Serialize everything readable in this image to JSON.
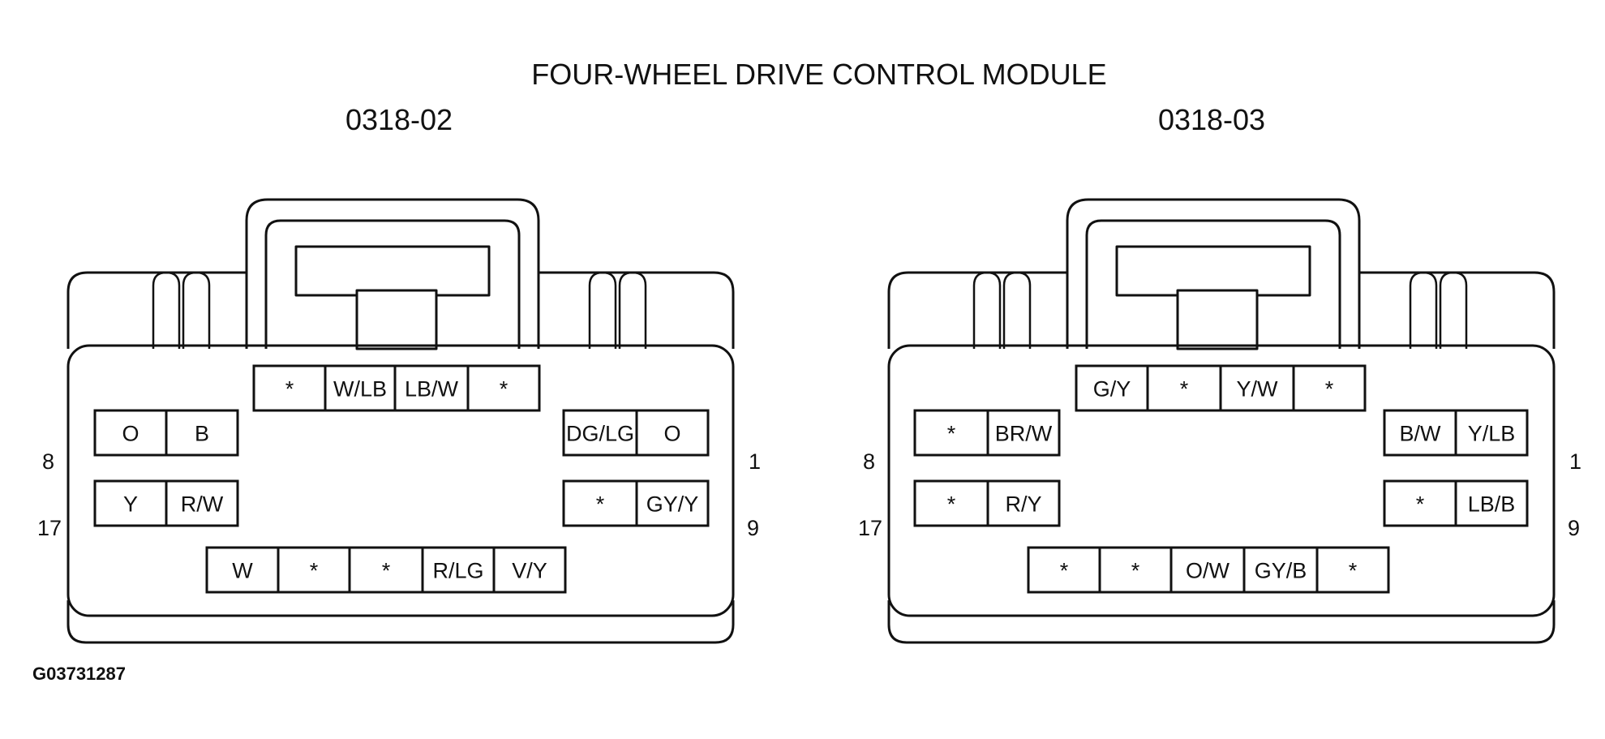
{
  "title": "FOUR-WHEEL DRIVE CONTROL MODULE",
  "figure_id": "G03731287",
  "connectors": [
    {
      "code": "0318-02",
      "pins": {
        "left_top": "8",
        "left_bottom": "17",
        "right_top": "1",
        "right_bottom": "9"
      },
      "rows": {
        "top": [
          "*",
          "W/LB",
          "LB/W",
          "*"
        ],
        "left_upper": [
          "O",
          "B"
        ],
        "left_lower": [
          "Y",
          "R/W"
        ],
        "right_upper": [
          "DG/LG",
          "O"
        ],
        "right_lower": [
          "*",
          "GY/Y"
        ],
        "bottom": [
          "W",
          "*",
          "*",
          "R/LG",
          "V/Y"
        ]
      }
    },
    {
      "code": "0318-03",
      "pins": {
        "left_top": "8",
        "left_bottom": "17",
        "right_top": "1",
        "right_bottom": "9"
      },
      "rows": {
        "top": [
          "G/Y",
          "*",
          "Y/W",
          "*"
        ],
        "left_upper": [
          "*",
          "BR/W"
        ],
        "left_lower": [
          "*",
          "R/Y"
        ],
        "right_upper": [
          "B/W",
          "Y/LB"
        ],
        "right_lower": [
          "*",
          "LB/B"
        ],
        "bottom": [
          "*",
          "*",
          "O/W",
          "GY/B",
          "*"
        ]
      }
    }
  ]
}
